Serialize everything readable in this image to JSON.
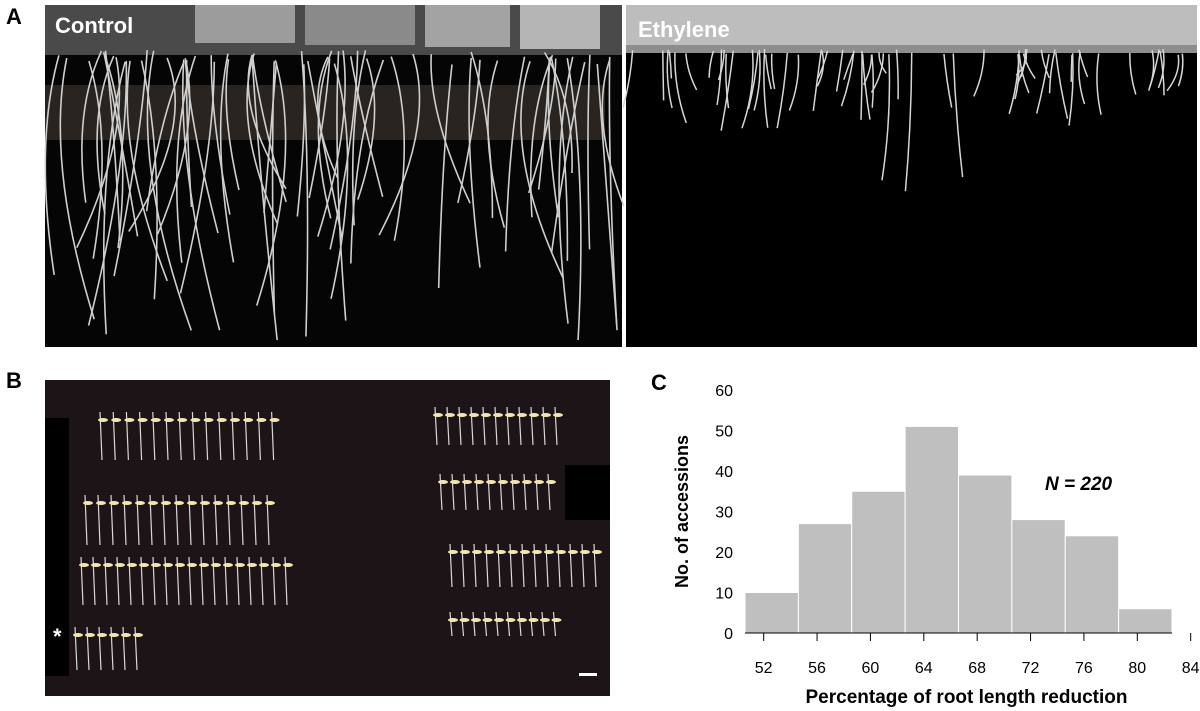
{
  "figure": {
    "panel_a": {
      "letter": "A",
      "left_label": "Control",
      "right_label": "Ethylene"
    },
    "panel_b": {
      "letter": "B",
      "asterisk": "*"
    },
    "panel_c": {
      "letter": "C",
      "annotation": "N = 220"
    }
  },
  "chart_data": {
    "type": "bar",
    "subtype": "histogram",
    "bin_edges": [
      50,
      54,
      58,
      62,
      66,
      70,
      74,
      78,
      82
    ],
    "values": [
      10,
      27,
      35,
      51,
      39,
      28,
      24,
      6
    ],
    "x_ticks": [
      "52",
      "56",
      "60",
      "64",
      "68",
      "72",
      "76",
      "80",
      "84"
    ],
    "y_ticks": [
      "0",
      "10",
      "20",
      "30",
      "40",
      "50",
      "60"
    ],
    "xlabel": "Percentage of root length reduction",
    "ylabel": "No. of accessions",
    "ylim": [
      0,
      60
    ],
    "bar_color": "#bfbfbf",
    "grid": false,
    "annotation": "N = 220"
  }
}
